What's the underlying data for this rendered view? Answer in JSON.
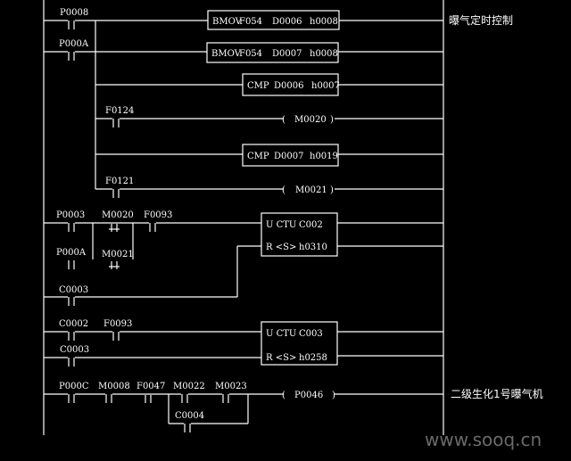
{
  "rung1": {
    "contact": "P0008",
    "box": [
      "BMOV",
      "F054",
      "D0006",
      "h0008"
    ],
    "comment": "曝气定时控制"
  },
  "rung2": {
    "contact": "P000A",
    "box": [
      "BMOV",
      "F054",
      "D0007",
      "h0008"
    ]
  },
  "rung3": {
    "box": [
      "CMP",
      "D0006",
      "h0007"
    ]
  },
  "rung4": {
    "contact": "F0124",
    "coil": "M0020"
  },
  "rung5": {
    "box": [
      "CMP",
      "D0007",
      "h0019"
    ]
  },
  "rung6": {
    "contact": "F0121",
    "coil": "M0021"
  },
  "rung7": {
    "contacts": [
      "P0003",
      "M0020",
      "F0093",
      "P000A",
      "M0021",
      "C0003"
    ],
    "counter": {
      "u": "U CTU",
      "name": "C002",
      "r": "R <S>",
      "preset": "h0310"
    }
  },
  "rung8": {
    "contacts": [
      "C0002",
      "F0093",
      "C0003"
    ],
    "counter": {
      "u": "U CTU",
      "name": "C003",
      "r": "R <S>",
      "preset": "h0258"
    }
  },
  "rung9": {
    "contacts": [
      "P000C",
      "M0008",
      "F0047",
      "M0022",
      "M0023",
      "C0004"
    ],
    "coil": "P0046",
    "comment": "二级生化1号曝气机"
  },
  "watermark": "www.sooq.cn"
}
